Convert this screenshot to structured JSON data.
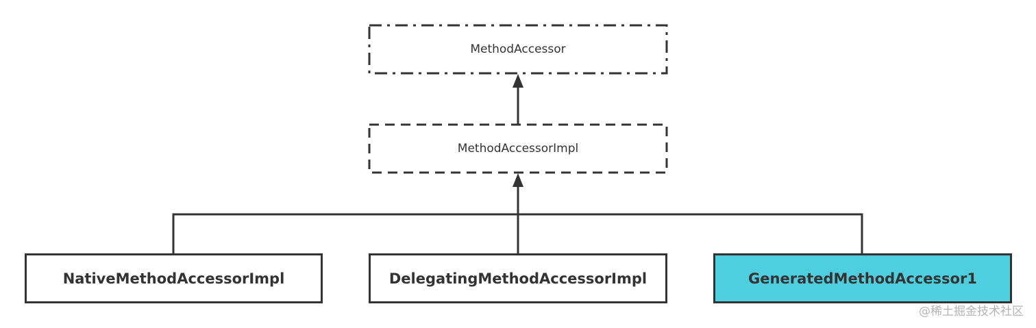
{
  "diagram": {
    "type": "class-hierarchy",
    "nodes": [
      {
        "id": "method-accessor",
        "label": "MethodAccessor",
        "kind": "interface",
        "border": "dash-dot"
      },
      {
        "id": "method-accessor-impl",
        "label": "MethodAccessorImpl",
        "kind": "abstract-class",
        "border": "dashed"
      },
      {
        "id": "native-method-accessor-impl",
        "label": "NativeMethodAccessorImpl",
        "kind": "class",
        "border": "solid"
      },
      {
        "id": "delegating-method-accessor-impl",
        "label": "DelegatingMethodAccessorImpl",
        "kind": "class",
        "border": "solid"
      },
      {
        "id": "generated-method-accessor1",
        "label": "GeneratedMethodAccessor1",
        "kind": "class",
        "border": "solid",
        "highlight": true
      }
    ],
    "edges": [
      {
        "from": "method-accessor-impl",
        "to": "method-accessor",
        "type": "inheritance"
      },
      {
        "from": "native-method-accessor-impl",
        "to": "method-accessor-impl",
        "type": "inheritance"
      },
      {
        "from": "delegating-method-accessor-impl",
        "to": "method-accessor-impl",
        "type": "inheritance"
      },
      {
        "from": "generated-method-accessor1",
        "to": "method-accessor-impl",
        "type": "inheritance"
      }
    ],
    "colors": {
      "stroke": "#333333",
      "highlight_fill": "#4ecfe0",
      "background": "#ffffff"
    }
  },
  "labels": {
    "method_accessor": "MethodAccessor",
    "method_accessor_impl": "MethodAccessorImpl",
    "native": "NativeMethodAccessorImpl",
    "delegating": "DelegatingMethodAccessorImpl",
    "generated": "GeneratedMethodAccessor1"
  },
  "watermark": "@稀土掘金技术社区"
}
